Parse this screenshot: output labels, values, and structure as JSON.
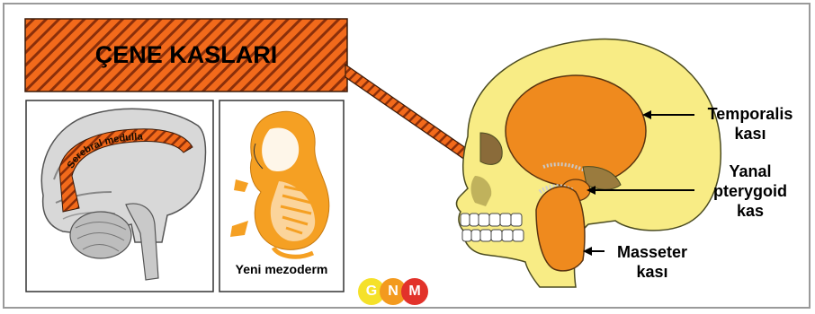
{
  "title": "ÇENE KASLARI",
  "brain_label": "Serebral medulla",
  "embryo_caption": "Yeni mezoderm",
  "muscles": [
    {
      "name_line1": "Temporalis",
      "name_line2": "kası"
    },
    {
      "name_line1": "Yanal",
      "name_line2": "pterygoid",
      "name_line3": "kas"
    },
    {
      "name_line1": "Masseter",
      "name_line2": "kası"
    }
  ],
  "logo": {
    "letters": [
      "G",
      "N",
      "M"
    ],
    "colors": [
      "#f5e12a",
      "#f39a1e",
      "#e2322a"
    ]
  },
  "colors": {
    "stripe_orange": "#f26a1b",
    "stripe_dark": "#8b2f0a",
    "muscle_orange": "#ef8a1e",
    "skull_yellow": "#f8ec85",
    "embryo_orange": "#f5a023"
  }
}
